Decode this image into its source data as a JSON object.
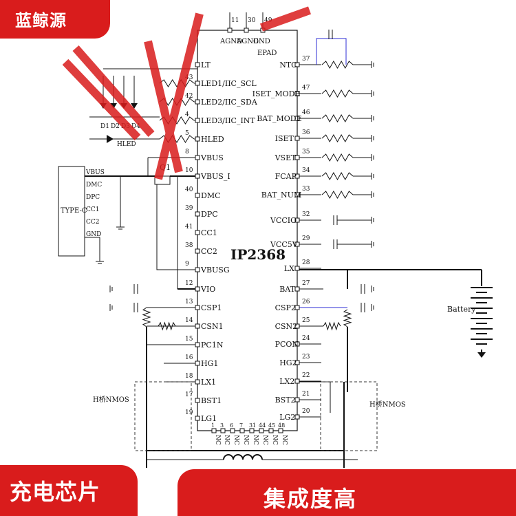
{
  "brand": {
    "name": "蓝鲸源"
  },
  "banner": {
    "left_label": "充电芯片",
    "right_label": "集成度高"
  },
  "colors": {
    "accent_red": "#d91c1c",
    "wire": "#111111",
    "highlight_blue": "#2b2bd6"
  },
  "ic": {
    "name": "IP2368",
    "top_pins": [
      {
        "num": "11",
        "label": "AGND"
      },
      {
        "num": "30",
        "label": "AGND"
      },
      {
        "num": "49",
        "label": "GND EPAD"
      }
    ],
    "left_pins": [
      {
        "num": "",
        "label": "LT"
      },
      {
        "num": "43",
        "label": "LED1/IIC_SCL"
      },
      {
        "num": "42",
        "label": "LED2/IIC_SDA"
      },
      {
        "num": "4",
        "label": "LED3/IIC_INT"
      },
      {
        "num": "5",
        "label": "HLED"
      },
      {
        "num": "8",
        "label": "VBUS"
      },
      {
        "num": "10",
        "label": "VBUS_I"
      },
      {
        "num": "40",
        "label": "DMC"
      },
      {
        "num": "39",
        "label": "DPC"
      },
      {
        "num": "41",
        "label": "CC1"
      },
      {
        "num": "38",
        "label": "CC2"
      },
      {
        "num": "9",
        "label": "VBUSG"
      },
      {
        "num": "12",
        "label": "VIO"
      },
      {
        "num": "13",
        "label": "CSP1"
      },
      {
        "num": "14",
        "label": "CSN1"
      },
      {
        "num": "15",
        "label": "PC1N"
      },
      {
        "num": "16",
        "label": "HG1"
      },
      {
        "num": "18",
        "label": "LX1"
      },
      {
        "num": "17",
        "label": "BST1"
      },
      {
        "num": "19",
        "label": "LG1"
      }
    ],
    "right_pins": [
      {
        "num": "37",
        "label": "NTC"
      },
      {
        "num": "47",
        "label": "ISET_MODE"
      },
      {
        "num": "46",
        "label": "BAT_MODE"
      },
      {
        "num": "36",
        "label": "ISET"
      },
      {
        "num": "35",
        "label": "VSET"
      },
      {
        "num": "34",
        "label": "FCAP"
      },
      {
        "num": "33",
        "label": "BAT_NUM"
      },
      {
        "num": "32",
        "label": "VCCIO"
      },
      {
        "num": "29",
        "label": "VCC5V"
      },
      {
        "num": "28",
        "label": "LX"
      },
      {
        "num": "27",
        "label": "BAT"
      },
      {
        "num": "26",
        "label": "CSP2"
      },
      {
        "num": "25",
        "label": "CSN2"
      },
      {
        "num": "24",
        "label": "PCON"
      },
      {
        "num": "23",
        "label": "HG2"
      },
      {
        "num": "22",
        "label": "LX2"
      },
      {
        "num": "21",
        "label": "BST2"
      },
      {
        "num": "20",
        "label": "LG2"
      }
    ],
    "bottom_pins": [
      {
        "num": "1",
        "label": "NC"
      },
      {
        "num": "3",
        "label": "NC"
      },
      {
        "num": "6",
        "label": "NC"
      },
      {
        "num": "7",
        "label": "NC"
      },
      {
        "num": "31",
        "label": "NC"
      },
      {
        "num": "44",
        "label": "NC"
      },
      {
        "num": "45",
        "label": "NC"
      },
      {
        "num": "48",
        "label": "NC"
      }
    ]
  },
  "connector": {
    "name": "TYPE-C",
    "pins": [
      "VBUS",
      "DMC",
      "DPC",
      "CC1",
      "CC2",
      "GND"
    ]
  },
  "leds": [
    "D1",
    "D2",
    "D3",
    "D4"
  ],
  "hled_label": "HLED",
  "transistor_label": "Q1",
  "battery_label": "Battery",
  "hbridge_left": "H桥NMOS",
  "hbridge_right": "H桥NMOS"
}
